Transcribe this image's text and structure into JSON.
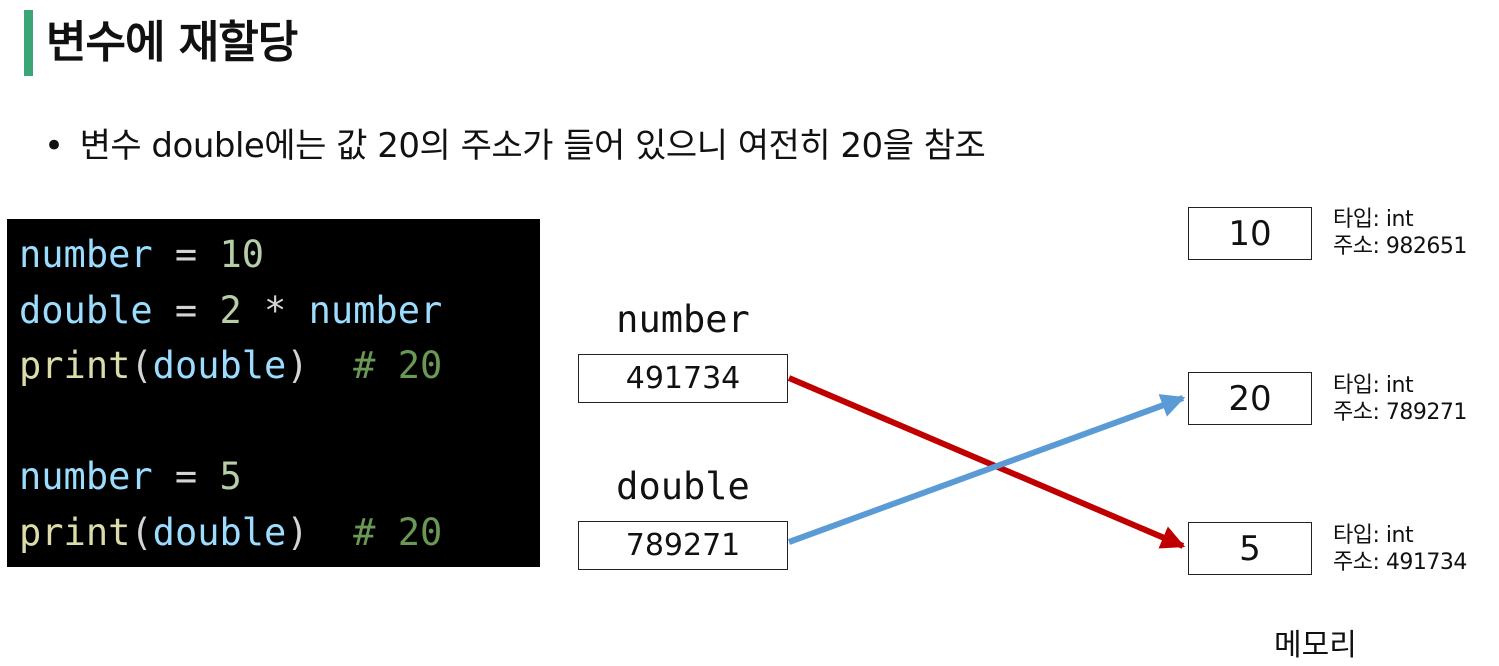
{
  "title": "변수에 재할당",
  "bullet": {
    "marker": "•",
    "text": "변수 double에는 값 20의 주소가 들어 있으니 여전히 20을 참조"
  },
  "code": {
    "lines": [
      [
        {
          "t": "number",
          "c": "name"
        },
        {
          "t": " = ",
          "c": "op"
        },
        {
          "t": "10",
          "c": "num"
        }
      ],
      [
        {
          "t": "double",
          "c": "name"
        },
        {
          "t": " = ",
          "c": "op"
        },
        {
          "t": "2",
          "c": "num"
        },
        {
          "t": " * ",
          "c": "op"
        },
        {
          "t": "number",
          "c": "name"
        }
      ],
      [
        {
          "t": "print",
          "c": "func"
        },
        {
          "t": "(",
          "c": "paren"
        },
        {
          "t": "double",
          "c": "name"
        },
        {
          "t": ")",
          "c": "paren"
        },
        {
          "t": "  # 20",
          "c": "comment"
        }
      ],
      [],
      [
        {
          "t": "number",
          "c": "name"
        },
        {
          "t": " = ",
          "c": "op"
        },
        {
          "t": "5",
          "c": "num"
        }
      ],
      [
        {
          "t": "print",
          "c": "func"
        },
        {
          "t": "(",
          "c": "paren"
        },
        {
          "t": "double",
          "c": "name"
        },
        {
          "t": ")",
          "c": "paren"
        },
        {
          "t": "  # 20",
          "c": "comment"
        }
      ]
    ]
  },
  "variables": [
    {
      "name": "number",
      "address": "491734"
    },
    {
      "name": "double",
      "address": "789271"
    }
  ],
  "memory": [
    {
      "value": "10",
      "type_line": "타입: int",
      "addr_line": "주소: 982651"
    },
    {
      "value": "20",
      "type_line": "타입: int",
      "addr_line": "주소: 789271"
    },
    {
      "value": "5",
      "type_line": "타입: int",
      "addr_line": "주소: 491734"
    }
  ],
  "memory_label": "메모리",
  "colors": {
    "accent_bar": "#3aa676",
    "arrow_number": "#c00000",
    "arrow_double": "#5b9bd5"
  }
}
